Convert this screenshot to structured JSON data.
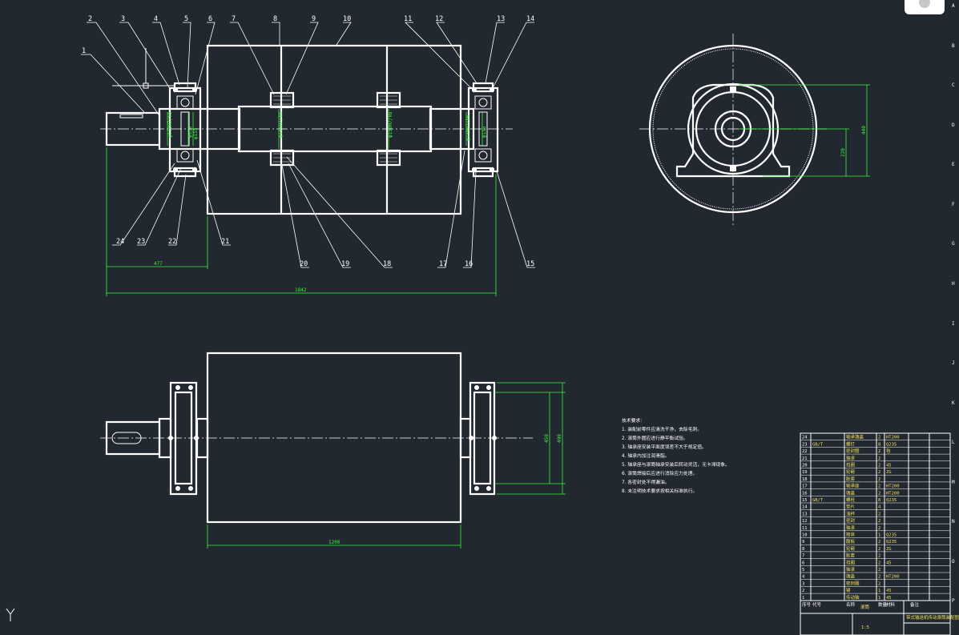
{
  "balloons_top": [
    "1",
    "2",
    "3",
    "4",
    "5",
    "6",
    "7",
    "8",
    "9",
    "10",
    "11",
    "12",
    "13",
    "14"
  ],
  "balloons_bottom": [
    "24",
    "23",
    "22",
    "21",
    "20",
    "19",
    "18",
    "17",
    "16",
    "15"
  ],
  "dims": {
    "front_477": "477",
    "front_1842": "1842",
    "side_440": "440",
    "side_220": "220",
    "plan_1200": "1200",
    "plan_450": "450",
    "plan_490": "490"
  },
  "bore_dims": [
    "φ110H7/k6",
    "φ130",
    "φ155",
    "φ150H7/k6",
    "φ150H7/k6",
    "φ130H7/k6",
    "φ155"
  ],
  "tech_title": "技术要求:",
  "tech_notes": [
    "1. 装配前零件应清洗干净，去除毛刺。",
    "2. 滚筒外圆应进行静平衡试验。",
    "3. 轴承座安装平面度误差不大于规定值。",
    "4. 轴承内加注润滑脂。",
    "5. 轴承座与滚筒轴承安装后转动灵活，无卡滞现象。",
    "6. 滚筒焊接后应进行消除应力处理。",
    "7. 各密封处不得漏油。",
    "8. 未注明技术要求按相关标准执行。"
  ],
  "bom_rows": [
    {
      "no": "24",
      "code": "",
      "name": "轴承端盖",
      "qty": "2",
      "mat": "HT200",
      "note": ""
    },
    {
      "no": "23",
      "code": "GB/T",
      "name": "螺钉",
      "qty": "8",
      "mat": "Q235",
      "note": ""
    },
    {
      "no": "22",
      "code": "",
      "name": "密封圈",
      "qty": "2",
      "mat": "毡",
      "note": ""
    },
    {
      "no": "21",
      "code": "",
      "name": "轴承",
      "qty": "2",
      "mat": "",
      "note": ""
    },
    {
      "no": "20",
      "code": "",
      "name": "挡圈",
      "qty": "2",
      "mat": "45",
      "note": ""
    },
    {
      "no": "19",
      "code": "",
      "name": "轮毂",
      "qty": "2",
      "mat": "ZG",
      "note": ""
    },
    {
      "no": "18",
      "code": "",
      "name": "胀套",
      "qty": "2",
      "mat": "",
      "note": ""
    },
    {
      "no": "17",
      "code": "",
      "name": "轴承座",
      "qty": "2",
      "mat": "HT200",
      "note": ""
    },
    {
      "no": "16",
      "code": "",
      "name": "端盖",
      "qty": "2",
      "mat": "HT200",
      "note": ""
    },
    {
      "no": "15",
      "code": "GB/T",
      "name": "螺栓",
      "qty": "8",
      "mat": "Q235",
      "note": ""
    },
    {
      "no": "14",
      "code": "",
      "name": "垫片",
      "qty": "4",
      "mat": "",
      "note": ""
    },
    {
      "no": "13",
      "code": "",
      "name": "油杯",
      "qty": "2",
      "mat": "",
      "note": ""
    },
    {
      "no": "12",
      "code": "",
      "name": "密封",
      "qty": "2",
      "mat": "",
      "note": ""
    },
    {
      "no": "11",
      "code": "",
      "name": "轴承",
      "qty": "2",
      "mat": "",
      "note": ""
    },
    {
      "no": "10",
      "code": "",
      "name": "筒体",
      "qty": "1",
      "mat": "Q235",
      "note": ""
    },
    {
      "no": "9",
      "code": "",
      "name": "腹板",
      "qty": "2",
      "mat": "Q235",
      "note": ""
    },
    {
      "no": "8",
      "code": "",
      "name": "轮毂",
      "qty": "2",
      "mat": "ZG",
      "note": ""
    },
    {
      "no": "7",
      "code": "",
      "name": "胀套",
      "qty": "2",
      "mat": "",
      "note": ""
    },
    {
      "no": "6",
      "code": "",
      "name": "挡圈",
      "qty": "2",
      "mat": "45",
      "note": ""
    },
    {
      "no": "5",
      "code": "",
      "name": "轴承",
      "qty": "2",
      "mat": "",
      "note": ""
    },
    {
      "no": "4",
      "code": "",
      "name": "端盖",
      "qty": "2",
      "mat": "HT200",
      "note": ""
    },
    {
      "no": "3",
      "code": "",
      "name": "密封圈",
      "qty": "2",
      "mat": "",
      "note": ""
    },
    {
      "no": "2",
      "code": "",
      "name": "键",
      "qty": "1",
      "mat": "45",
      "note": ""
    },
    {
      "no": "1",
      "code": "",
      "name": "传动轴",
      "qty": "1",
      "mat": "45",
      "note": ""
    }
  ],
  "bom_header": [
    "序号",
    "代号",
    "名称",
    "数量",
    "材料",
    "备注"
  ],
  "title_block": {
    "company": "滚筒",
    "drawing_title": "带式输送机传动滚筒装配图",
    "drawing_no": "",
    "scale": "1:5"
  },
  "zone_letters": [
    "A",
    "B",
    "C",
    "D",
    "E",
    "F",
    "G",
    "H",
    "I",
    "J",
    "K",
    "L",
    "M",
    "N",
    "O",
    "P"
  ],
  "colors": {
    "background": "#212830",
    "line": "#ffffff",
    "dimension": "#3cf03c",
    "table_text": "#f0e060"
  }
}
